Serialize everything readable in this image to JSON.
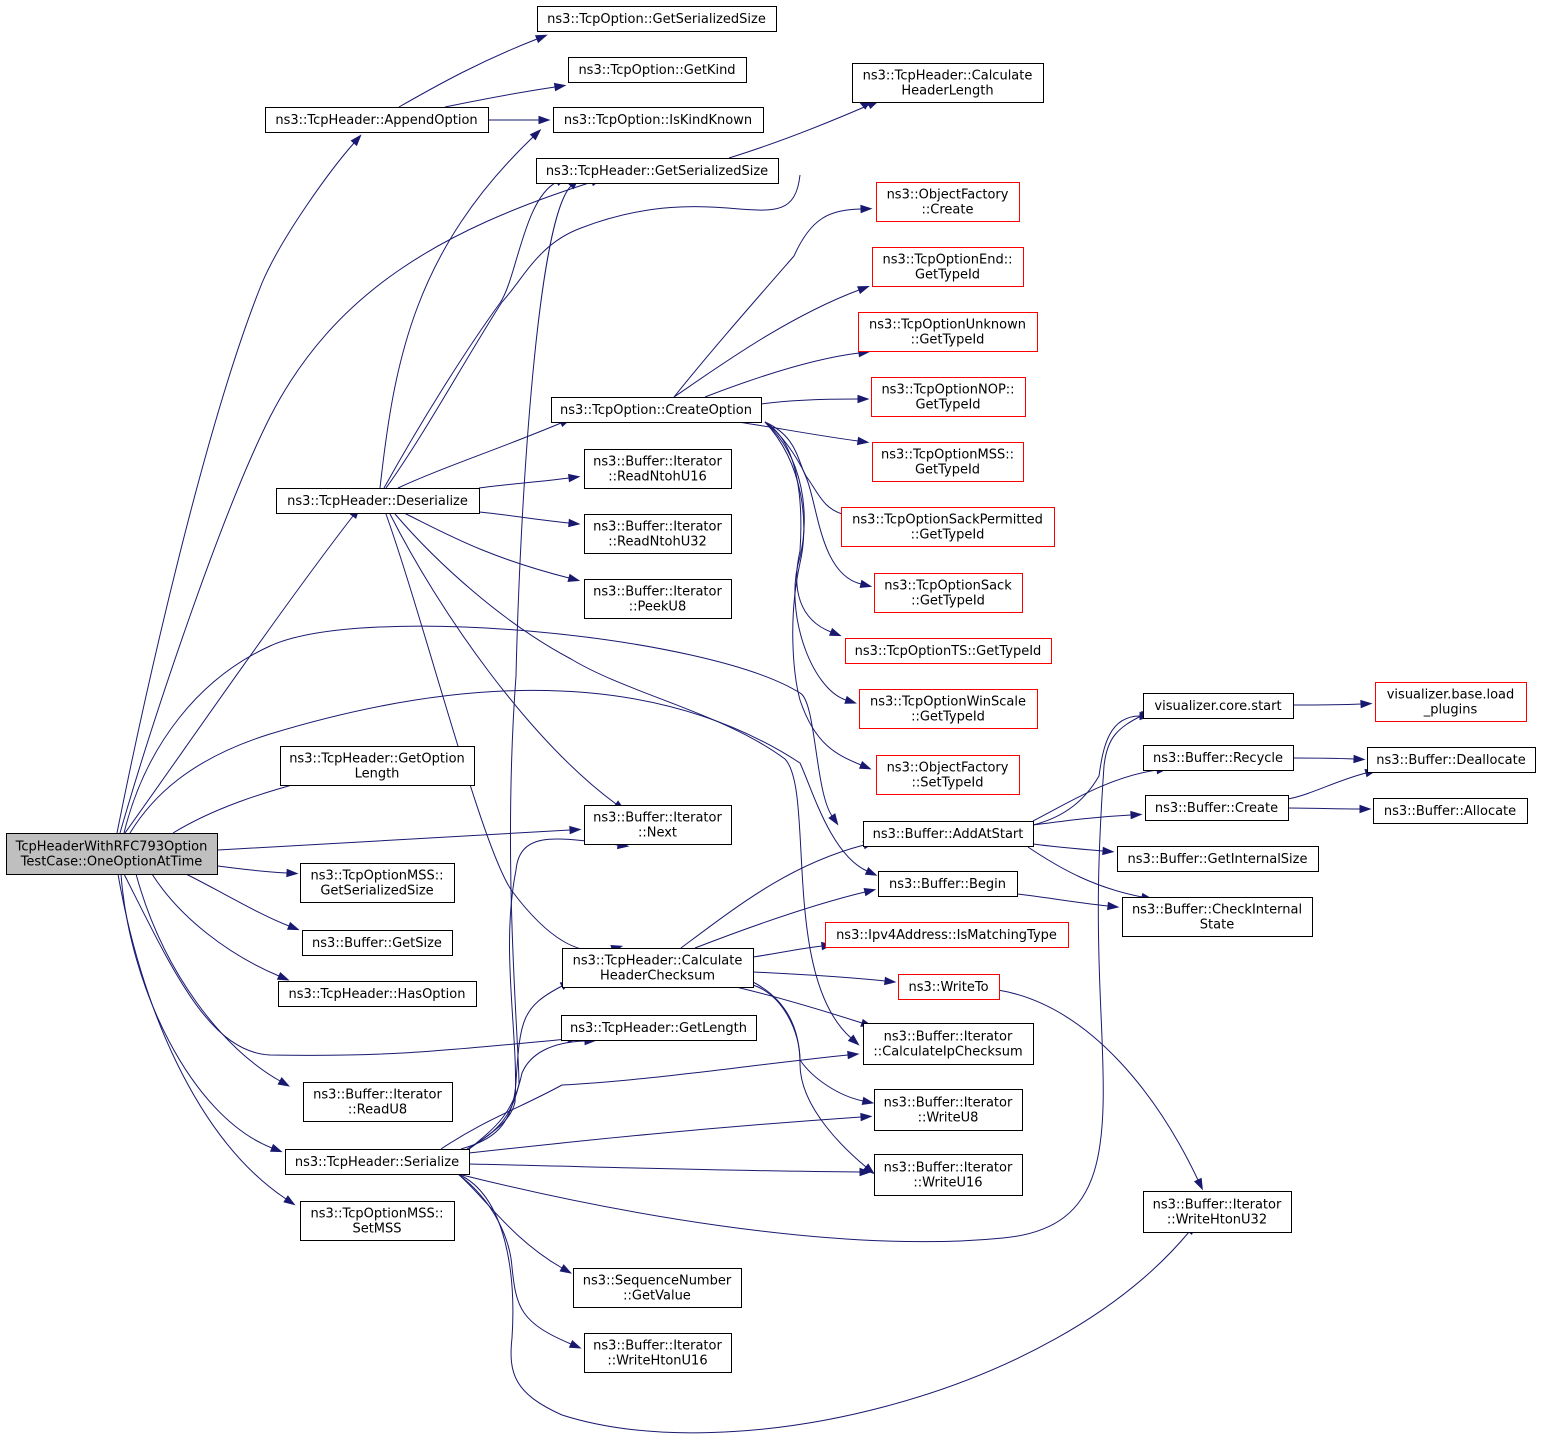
{
  "colors": {
    "edge": "#191970",
    "node_border": "#000000",
    "truncated_border": "#ff0000",
    "root_fill": "#bfbfbf",
    "node_fill": "#ffffff"
  },
  "nodes": {
    "root": {
      "lines": [
        "TcpHeaderWithRFC793Option",
        "TestCase::OneOptionAtTime"
      ],
      "style": "root"
    },
    "opt_getsersize": {
      "lines": [
        "ns3::TcpOption::GetSerializedSize"
      ],
      "style": "normal"
    },
    "opt_getkind": {
      "lines": [
        "ns3::TcpOption::GetKind"
      ],
      "style": "normal"
    },
    "hdr_appendoption": {
      "lines": [
        "ns3::TcpHeader::AppendOption"
      ],
      "style": "normal"
    },
    "opt_iskindknown": {
      "lines": [
        "ns3::TcpOption::IsKindKnown"
      ],
      "style": "normal"
    },
    "hdr_calclen": {
      "lines": [
        "ns3::TcpHeader::Calculate",
        "HeaderLength"
      ],
      "style": "normal"
    },
    "hdr_getsersize": {
      "lines": [
        "ns3::TcpHeader::GetSerializedSize"
      ],
      "style": "normal"
    },
    "of_create": {
      "lines": [
        "ns3::ObjectFactory",
        "::Create"
      ],
      "style": "truncated"
    },
    "end_typeid": {
      "lines": [
        "ns3::TcpOptionEnd::",
        "GetTypeId"
      ],
      "style": "truncated"
    },
    "unk_typeid": {
      "lines": [
        "ns3::TcpOptionUnknown",
        "::GetTypeId"
      ],
      "style": "truncated"
    },
    "opt_createoption": {
      "lines": [
        "ns3::TcpOption::CreateOption"
      ],
      "style": "normal"
    },
    "nop_typeid": {
      "lines": [
        "ns3::TcpOptionNOP::",
        "GetTypeId"
      ],
      "style": "truncated"
    },
    "mss_typeid": {
      "lines": [
        "ns3::TcpOptionMSS::",
        "GetTypeId"
      ],
      "style": "truncated"
    },
    "it_readntohu16": {
      "lines": [
        "ns3::Buffer::Iterator",
        "::ReadNtohU16"
      ],
      "style": "normal"
    },
    "hdr_deserialize": {
      "lines": [
        "ns3::TcpHeader::Deserialize"
      ],
      "style": "normal"
    },
    "sackp_typeid": {
      "lines": [
        "ns3::TcpOptionSackPermitted",
        "::GetTypeId"
      ],
      "style": "truncated"
    },
    "it_readntohu32": {
      "lines": [
        "ns3::Buffer::Iterator",
        "::ReadNtohU32"
      ],
      "style": "normal"
    },
    "sack_typeid": {
      "lines": [
        "ns3::TcpOptionSack",
        "::GetTypeId"
      ],
      "style": "truncated"
    },
    "it_peeku8": {
      "lines": [
        "ns3::Buffer::Iterator",
        "::PeekU8"
      ],
      "style": "normal"
    },
    "ts_typeid": {
      "lines": [
        "ns3::TcpOptionTS::GetTypeId"
      ],
      "style": "truncated"
    },
    "vis_loadplugins": {
      "lines": [
        "visualizer.base.load",
        "_plugins"
      ],
      "style": "truncated"
    },
    "vis_start": {
      "lines": [
        "visualizer.core.start"
      ],
      "style": "normal"
    },
    "ws_typeid": {
      "lines": [
        "ns3::TcpOptionWinScale",
        "::GetTypeId"
      ],
      "style": "truncated"
    },
    "buf_recycle": {
      "lines": [
        "ns3::Buffer::Recycle"
      ],
      "style": "normal"
    },
    "buf_dealloc": {
      "lines": [
        "ns3::Buffer::Deallocate"
      ],
      "style": "normal"
    },
    "hdr_getoptlen": {
      "lines": [
        "ns3::TcpHeader::GetOption",
        "Length"
      ],
      "style": "normal"
    },
    "of_settypeid": {
      "lines": [
        "ns3::ObjectFactory",
        "::SetTypeId"
      ],
      "style": "truncated"
    },
    "buf_create": {
      "lines": [
        "ns3::Buffer::Create"
      ],
      "style": "normal"
    },
    "buf_allocate": {
      "lines": [
        "ns3::Buffer::Allocate"
      ],
      "style": "normal"
    },
    "it_next": {
      "lines": [
        "ns3::Buffer::Iterator",
        "::Next"
      ],
      "style": "normal"
    },
    "buf_addatstart": {
      "lines": [
        "ns3::Buffer::AddAtStart"
      ],
      "style": "normal"
    },
    "buf_getinternalsize": {
      "lines": [
        "ns3::Buffer::GetInternalSize"
      ],
      "style": "normal"
    },
    "mss_getsersize": {
      "lines": [
        "ns3::TcpOptionMSS::",
        "GetSerializedSize"
      ],
      "style": "normal"
    },
    "buf_begin": {
      "lines": [
        "ns3::Buffer::Begin"
      ],
      "style": "normal"
    },
    "buf_checkstate": {
      "lines": [
        "ns3::Buffer::CheckInternal",
        "State"
      ],
      "style": "normal"
    },
    "buf_getsize": {
      "lines": [
        "ns3::Buffer::GetSize"
      ],
      "style": "normal"
    },
    "ipv4_ismatching": {
      "lines": [
        "ns3::Ipv4Address::IsMatchingType"
      ],
      "style": "truncated"
    },
    "hdr_calcchecksum": {
      "lines": [
        "ns3::TcpHeader::Calculate",
        "HeaderChecksum"
      ],
      "style": "normal"
    },
    "writeto": {
      "lines": [
        "ns3::WriteTo"
      ],
      "style": "truncated"
    },
    "hdr_hasoption": {
      "lines": [
        "ns3::TcpHeader::HasOption"
      ],
      "style": "normal"
    },
    "hdr_getlength": {
      "lines": [
        "ns3::TcpHeader::GetLength"
      ],
      "style": "normal"
    },
    "it_calcipchecksum": {
      "lines": [
        "ns3::Buffer::Iterator",
        "::CalculateIpChecksum"
      ],
      "style": "normal"
    },
    "it_readu8": {
      "lines": [
        "ns3::Buffer::Iterator",
        "::ReadU8"
      ],
      "style": "normal"
    },
    "it_writeu8": {
      "lines": [
        "ns3::Buffer::Iterator",
        "::WriteU8"
      ],
      "style": "normal"
    },
    "hdr_serialize": {
      "lines": [
        "ns3::TcpHeader::Serialize"
      ],
      "style": "normal"
    },
    "it_writeu16": {
      "lines": [
        "ns3::Buffer::Iterator",
        "::WriteU16"
      ],
      "style": "normal"
    },
    "it_writehtonu32": {
      "lines": [
        "ns3::Buffer::Iterator",
        "::WriteHtonU32"
      ],
      "style": "normal"
    },
    "mss_setmss": {
      "lines": [
        "ns3::TcpOptionMSS::",
        "SetMSS"
      ],
      "style": "normal"
    },
    "seq_getvalue": {
      "lines": [
        "ns3::SequenceNumber",
        "::GetValue"
      ],
      "style": "normal"
    },
    "it_writehtonu16": {
      "lines": [
        "ns3::Buffer::Iterator",
        "::WriteHtonU16"
      ],
      "style": "normal"
    }
  },
  "edges": [
    [
      "root",
      "hdr_appendoption"
    ],
    [
      "root",
      "hdr_getsersize"
    ],
    [
      "root",
      "hdr_deserialize"
    ],
    [
      "root",
      "buf_addatstart"
    ],
    [
      "root",
      "buf_begin"
    ],
    [
      "root",
      "hdr_getoptlen"
    ],
    [
      "root",
      "it_next"
    ],
    [
      "root",
      "mss_getsersize"
    ],
    [
      "root",
      "buf_getsize"
    ],
    [
      "root",
      "hdr_hasoption"
    ],
    [
      "root",
      "hdr_getlength"
    ],
    [
      "root",
      "it_readu8"
    ],
    [
      "root",
      "hdr_serialize"
    ],
    [
      "root",
      "mss_setmss"
    ],
    [
      "hdr_appendoption",
      "opt_getsersize"
    ],
    [
      "hdr_appendoption",
      "opt_getkind"
    ],
    [
      "hdr_appendoption",
      "opt_iskindknown"
    ],
    [
      "hdr_getsersize",
      "hdr_calclen"
    ],
    [
      "hdr_deserialize",
      "opt_iskindknown"
    ],
    [
      "hdr_deserialize",
      "hdr_getsersize"
    ],
    [
      "hdr_deserialize",
      "hdr_calclen"
    ],
    [
      "hdr_deserialize",
      "opt_createoption"
    ],
    [
      "hdr_deserialize",
      "it_readntohu16"
    ],
    [
      "hdr_deserialize",
      "it_readntohu32"
    ],
    [
      "hdr_deserialize",
      "it_peeku8"
    ],
    [
      "hdr_deserialize",
      "it_next"
    ],
    [
      "hdr_deserialize",
      "hdr_calcchecksum"
    ],
    [
      "hdr_deserialize",
      "it_calcipchecksum"
    ],
    [
      "opt_createoption",
      "of_create"
    ],
    [
      "opt_createoption",
      "end_typeid"
    ],
    [
      "opt_createoption",
      "unk_typeid"
    ],
    [
      "opt_createoption",
      "nop_typeid"
    ],
    [
      "opt_createoption",
      "mss_typeid"
    ],
    [
      "opt_createoption",
      "sackp_typeid"
    ],
    [
      "opt_createoption",
      "sack_typeid"
    ],
    [
      "opt_createoption",
      "ts_typeid"
    ],
    [
      "opt_createoption",
      "ws_typeid"
    ],
    [
      "opt_createoption",
      "of_settypeid"
    ],
    [
      "vis_start",
      "vis_loadplugins"
    ],
    [
      "buf_recycle",
      "buf_dealloc"
    ],
    [
      "buf_create",
      "buf_dealloc"
    ],
    [
      "buf_create",
      "buf_allocate"
    ],
    [
      "buf_addatstart",
      "vis_start"
    ],
    [
      "buf_addatstart",
      "buf_recycle"
    ],
    [
      "buf_addatstart",
      "buf_create"
    ],
    [
      "buf_addatstart",
      "buf_getinternalsize"
    ],
    [
      "buf_addatstart",
      "buf_checkstate"
    ],
    [
      "buf_begin",
      "buf_checkstate"
    ],
    [
      "hdr_calcchecksum",
      "buf_addatstart"
    ],
    [
      "hdr_calcchecksum",
      "buf_begin"
    ],
    [
      "hdr_calcchecksum",
      "ipv4_ismatching"
    ],
    [
      "hdr_calcchecksum",
      "writeto"
    ],
    [
      "hdr_calcchecksum",
      "it_calcipchecksum"
    ],
    [
      "hdr_calcchecksum",
      "it_writeu8"
    ],
    [
      "hdr_calcchecksum",
      "it_writeu16"
    ],
    [
      "writeto",
      "it_writehtonu32"
    ],
    [
      "hdr_serialize",
      "hdr_getsersize"
    ],
    [
      "hdr_serialize",
      "it_next"
    ],
    [
      "hdr_serialize",
      "hdr_calcchecksum"
    ],
    [
      "hdr_serialize",
      "hdr_getlength"
    ],
    [
      "hdr_serialize",
      "it_calcipchecksum"
    ],
    [
      "hdr_serialize",
      "it_writeu8"
    ],
    [
      "hdr_serialize",
      "it_writeu16"
    ],
    [
      "hdr_serialize",
      "vis_start"
    ],
    [
      "hdr_serialize",
      "seq_getvalue"
    ],
    [
      "hdr_serialize",
      "it_writehtonu16"
    ],
    [
      "hdr_serialize",
      "it_writehtonu32"
    ]
  ]
}
